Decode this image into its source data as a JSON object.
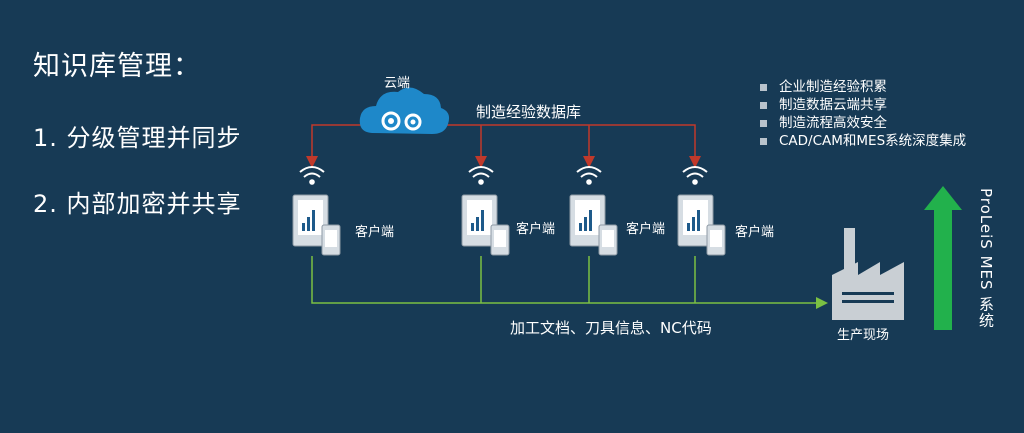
{
  "title": "知识库管理：",
  "items": [
    "1.  分级管理并同步",
    "2.  内部加密并共享"
  ],
  "cloud_label": "云端",
  "database_label": "制造经验数据库",
  "client_label": "客户端",
  "flow_label": "加工文档、刀具信息、NC代码",
  "factory_label": "生产现场",
  "bullets": [
    "企业制造经验积累",
    "制造数据云端共享",
    "制造流程高效安全",
    "CAD/CAM和MES系统深度集成"
  ],
  "vertical_label": "ProLeiS MES 系统",
  "colors": {
    "background": "#173a55",
    "red_line": "#c0392b",
    "green_line": "#7bc043",
    "arrow_green": "#22b14c",
    "cloud_fill": "#1e88c9",
    "device_fill": "#d6dde3",
    "factory_fill": "#c9cfd4"
  },
  "icons": [
    "cloud-gear-icon",
    "wifi-icon",
    "tablet-phone-icon",
    "factory-icon",
    "up-arrow-icon"
  ]
}
